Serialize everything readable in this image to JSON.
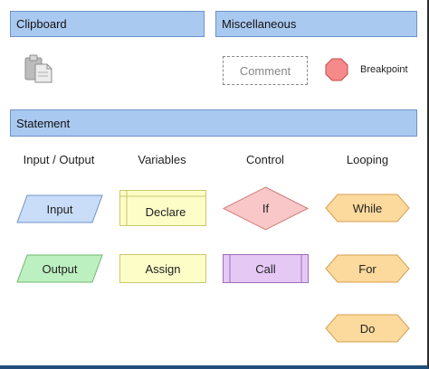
{
  "clipboard": {
    "header": "Clipboard",
    "icon": "clipboard-paste-icon"
  },
  "misc": {
    "header": "Miscellaneous",
    "comment": "Comment",
    "breakpoint": "Breakpoint",
    "breakpoint_color": "#f58a8a"
  },
  "statement": {
    "header": "Statement",
    "columns": [
      "Input / Output",
      "Variables",
      "Control",
      "Looping"
    ],
    "io": {
      "input": "Input",
      "output": "Output"
    },
    "variables": {
      "declare": "Declare",
      "assign": "Assign"
    },
    "control": {
      "if": "If",
      "call": "Call"
    },
    "looping": {
      "while": "While",
      "for": "For",
      "do": "Do"
    }
  },
  "colors": {
    "header_bg": "#aac9f0",
    "input": "#c9dcf8",
    "output": "#bdf0c0",
    "variables": "#fdfdc8",
    "if": "#f9c7c7",
    "call": "#e6c8f5",
    "looping": "#fcd99c"
  }
}
